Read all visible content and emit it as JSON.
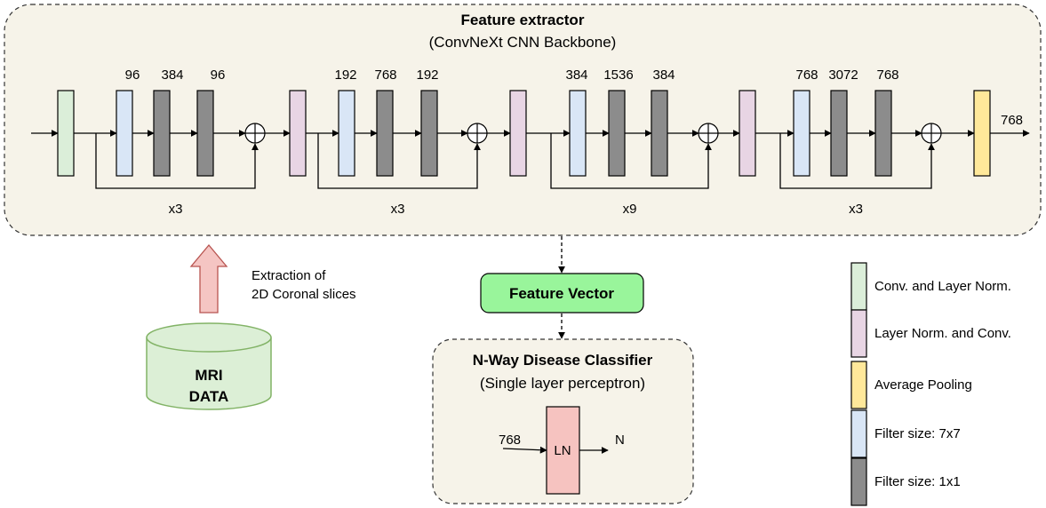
{
  "extractor": {
    "title": "Feature extractor",
    "subtitle": "(ConvNeXt CNN Backbone)",
    "stages": [
      {
        "filters": [
          "96",
          "384",
          "96"
        ],
        "repeat": "x3"
      },
      {
        "filters": [
          "192",
          "768",
          "192"
        ],
        "repeat": "x3"
      },
      {
        "filters": [
          "384",
          "1536",
          "384"
        ],
        "repeat": "x9"
      },
      {
        "filters": [
          "768",
          "3072",
          "768"
        ],
        "repeat": "x3"
      }
    ],
    "output_dim": "768"
  },
  "input": {
    "db_line1": "MRI",
    "db_line2": "DATA",
    "arrow_label_line1": "Extraction of",
    "arrow_label_line2": "2D Coronal slices"
  },
  "feature_vector": {
    "label": "Feature Vector"
  },
  "classifier": {
    "title": "N-Way Disease Classifier",
    "subtitle": "(Single layer perceptron)",
    "input_dim": "768",
    "layer_label": "LN",
    "output_label": "N"
  },
  "legend": [
    {
      "label": "Conv. and Layer Norm.",
      "color": "#dbeed9"
    },
    {
      "label": "Layer Norm. and Conv.",
      "color": "#e8d5e4"
    },
    {
      "label": "Average Pooling",
      "color": "#ffe89a"
    },
    {
      "label": "Filter size: 7x7",
      "color": "#d9e6f6"
    },
    {
      "label": "Filter size: 1x1",
      "color": "#8c8c8c"
    }
  ],
  "colors": {
    "panel_fill": "#f6f3e9",
    "conv_ln": "#dbeed9",
    "ln_conv": "#e8d5e4",
    "avg_pool": "#ffe89a",
    "filter_7x7": "#d9e6f6",
    "filter_1x1": "#8c8c8c",
    "feature_vector": "#99f59b",
    "linear_layer": "#f6c3c0",
    "db_fill": "#dcefd6",
    "db_stroke": "#82b366",
    "up_arrow_fill": "#f5c5c3",
    "up_arrow_stroke": "#b85450"
  },
  "icons": {
    "sum_node": "circled-plus-icon",
    "database": "cylinder-database-icon",
    "input_arrow": "up-arrow-icon"
  }
}
